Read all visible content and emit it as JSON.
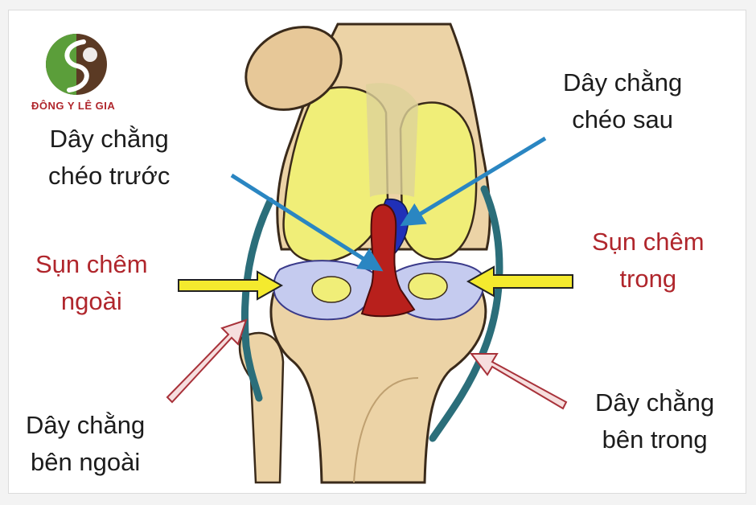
{
  "brand": {
    "name": "ĐÔNG Y LÊ GIA",
    "logo_icon": "leaf-s-logo-icon"
  },
  "labels": {
    "acl_line1": "Dây chằng",
    "acl_line2": "chéo trước",
    "pcl_line1": "Dây chằng",
    "pcl_line2": "chéo sau",
    "lateral_meniscus_line1": "Sụn chêm",
    "lateral_meniscus_line2": "ngoài",
    "medial_meniscus_line1": "Sụn chêm",
    "medial_meniscus_line2": "trong",
    "lcl_line1": "Dây chằng",
    "lcl_line2": "bên ngoài",
    "mcl_line1": "Dây chằng",
    "mcl_line2": "bên trong"
  },
  "colors": {
    "ligament_label": "#1c1c1c",
    "meniscus_label": "#b0262c",
    "acl_arrow": "#2a86c2",
    "pcl_arrow": "#2a86c2",
    "meniscus_arrow": "#f4ea2e",
    "collateral_arrow": "#f6dede",
    "bone": "#ecd3a6",
    "cartilage": "#f0ee78",
    "meniscus": "#c5cbef",
    "acl": "#b8201c",
    "pcl": "#2030b8",
    "collateral_ligament": "#2b6e7a"
  }
}
